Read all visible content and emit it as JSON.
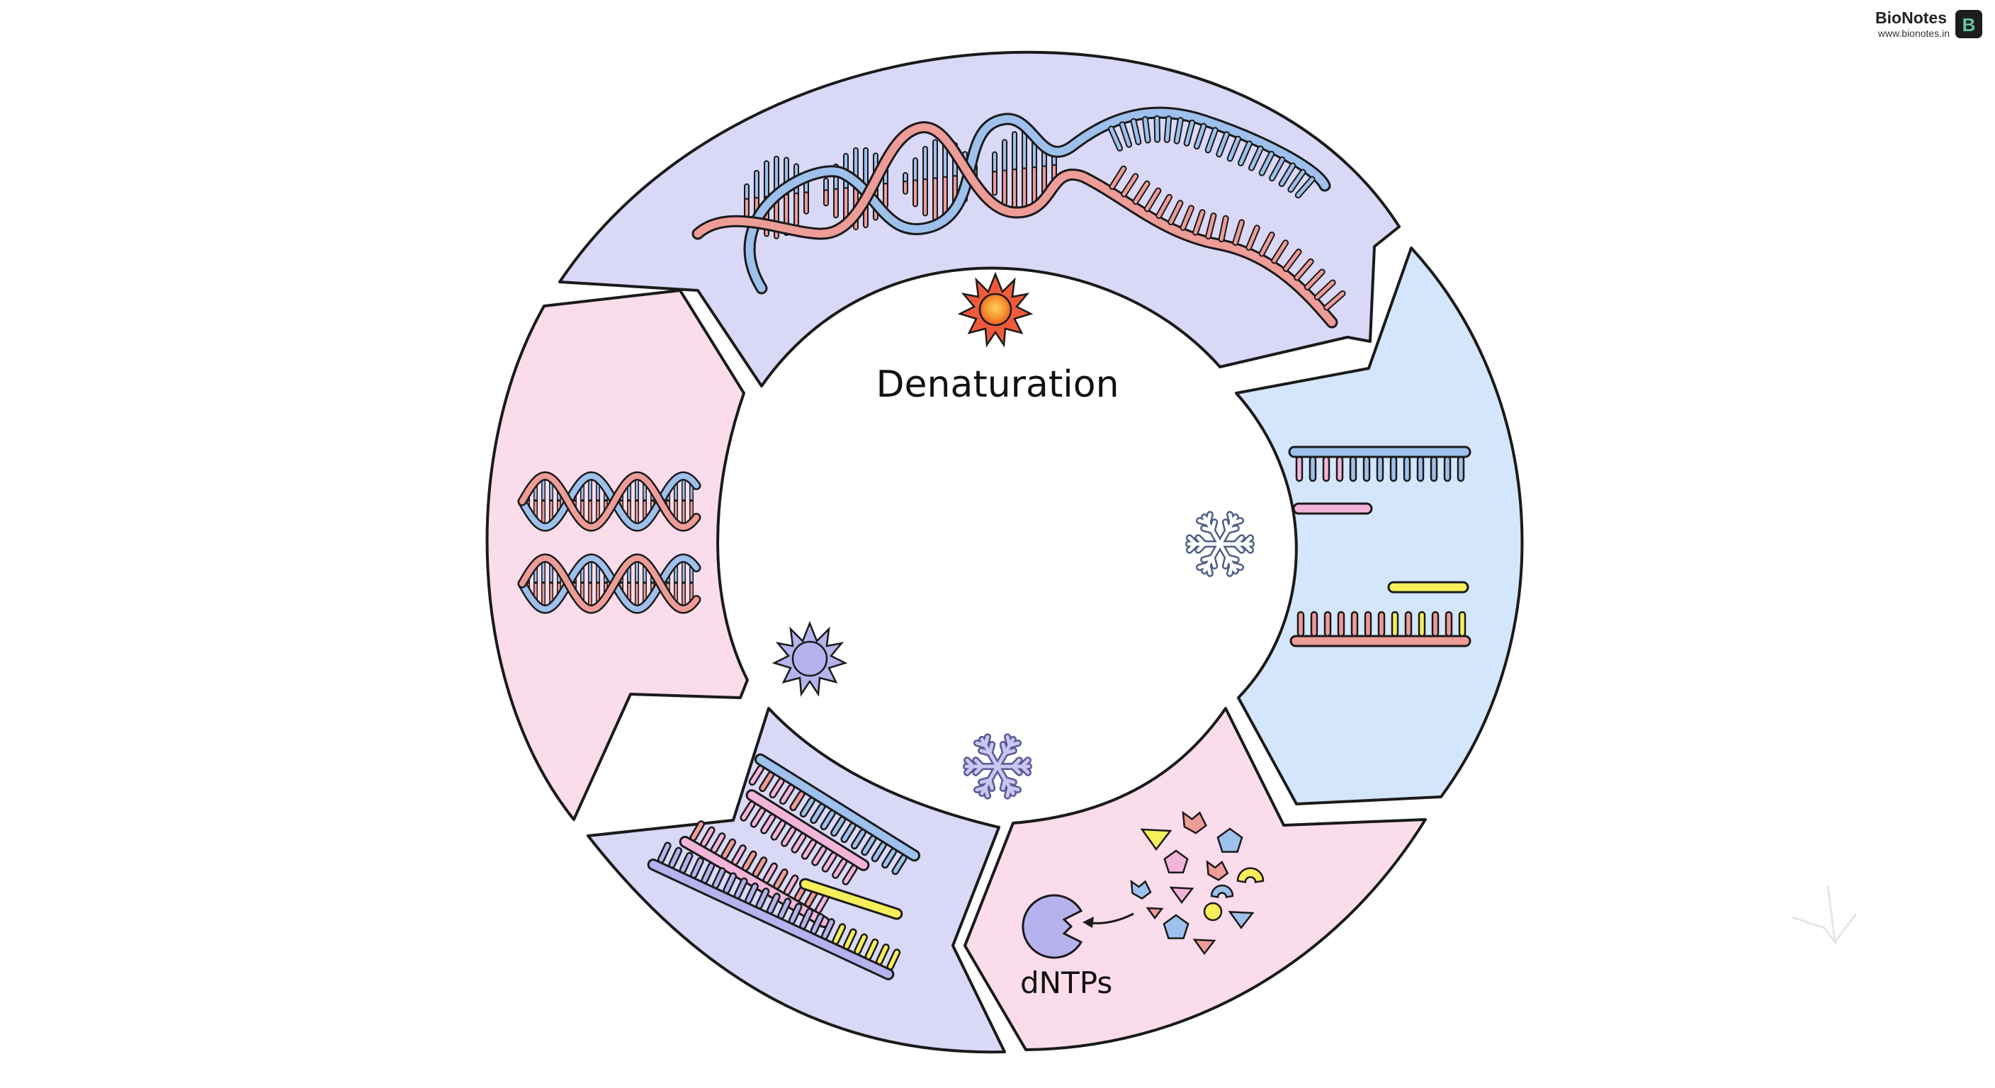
{
  "header": {
    "brand_name": "BioNotes",
    "brand_url": "www.bionotes.in",
    "logo_letter": "B"
  },
  "diagram": {
    "center_label": "Denaturation",
    "extension_label": "dNTPs"
  },
  "colors": {
    "lavender_segment": "#d9d8f7",
    "blue_segment": "#d4e6fb",
    "pink_segment": "#fbdcea",
    "strand_blue": "#9ec0ec",
    "strand_red": "#ee9c98",
    "primer_pink": "#f3b4da",
    "primer_yellow": "#f6ef5a",
    "purple": "#b6b2ee",
    "sun_orange": "#f7922e",
    "outline": "#1a1a1a"
  }
}
